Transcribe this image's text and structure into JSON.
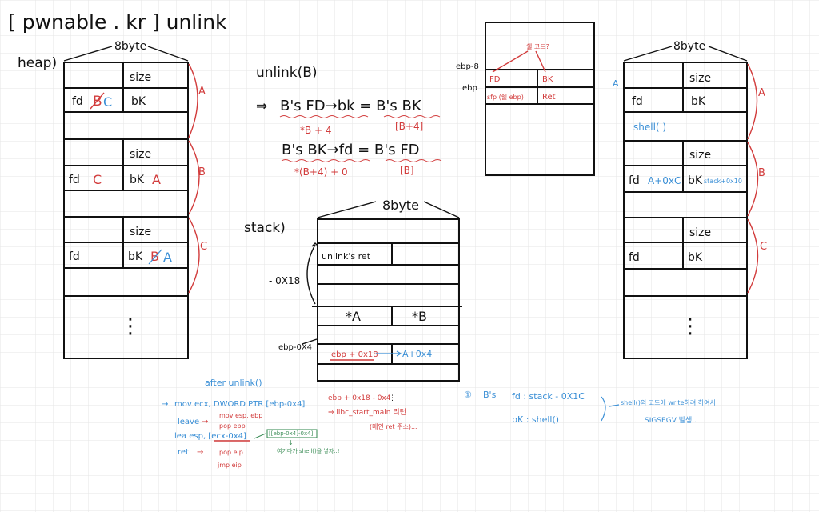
{
  "title": "[ pwnable . kr ] unlink",
  "heap_label": "heap)",
  "stack_label": "stack)",
  "byte_label": "8byte",
  "stack_byte_label": "8byte",
  "colors": {
    "ink": "#111111",
    "red": "#d23c3c",
    "blue": "#3a8fd6",
    "green": "#3f8f5a",
    "grid": "#e6e6e6"
  },
  "heap": {
    "chunk_a": {
      "size": "size",
      "fd": "fd",
      "fd_val_old": "B",
      "fd_val_new": "C",
      "bk": "bK",
      "label": "A"
    },
    "chunk_b": {
      "size": "size",
      "fd": "fd",
      "fd_val": "C",
      "bk": "bK",
      "bk_val": "A",
      "label": "B"
    },
    "chunk_c": {
      "size": "size",
      "fd": "fd",
      "bk": "bK",
      "bk_val_old": "B",
      "bk_val_new": "A",
      "label": "C"
    },
    "dots": "⋮"
  },
  "unlink": {
    "call": "unlink(B)",
    "arrow": "⇒",
    "eq1": "B's FD→bk = B's BK",
    "eq1_note_left": "*B + 4",
    "eq1_note_right": "[B+4]",
    "eq2": "B's BK→fd = B's FD",
    "eq2_note_left": "*(B+4) + 0",
    "eq2_note_right": "[B]"
  },
  "frame": {
    "ebp_minus8": "ebp-8",
    "ebp": "ebp",
    "note": "쉘 코드?",
    "fd": "FD",
    "bk": "BK",
    "sfp": "sfp (쉘 ebp)",
    "ret": "Ret"
  },
  "stack": {
    "unlink_ret": "unlink's ret",
    "minus_0x18": "- 0X18",
    "a_ptr": "*A",
    "b_ptr": "*B",
    "ebp_minus4": "ebp-0X4",
    "ebp_plus": "ebp + 0x18",
    "a_plus": "A+0x4"
  },
  "after": {
    "title": "after unlink()",
    "line1": "mov ecx, DWORD PTR [ebp-0x4]",
    "leave": "leave",
    "leave_ops1": "mov esp, ebp",
    "leave_ops2": "pop ebp",
    "lea": "lea esp, [ecx-0x4]",
    "lea_note1": "[[ebp-0x4]-0x4]",
    "lea_note2": "↓",
    "lea_note3": "여기다가 shell()을 넣자..!",
    "ret": "ret",
    "ret_ops1": "pop eip",
    "ret_ops2": "jmp eip"
  },
  "calc": {
    "line1": "ebp + 0x18 - 0x4",
    "line2": "⇒ libc_start_main 리턴",
    "line3": "(메인 ret 주소)..."
  },
  "plan": {
    "num": "①",
    "bs": "B's",
    "fd": "fd : stack - 0X1C",
    "bk": "bK : shell()",
    "note1": "shell()의 코드에 write하려 하여서",
    "note2": "SIGSEGV 발생.."
  },
  "right_heap": {
    "side_label": "A",
    "byte_label": "8byte",
    "chunk_a": {
      "size": "size",
      "fd": "fd",
      "bk": "bK",
      "shell": "shell( )",
      "label": "A"
    },
    "chunk_b": {
      "size": "size",
      "fd": "fd",
      "fd_val": "A+0xC",
      "bk": "bK",
      "bk_val": "stack+0x10",
      "label": "B"
    },
    "chunk_c": {
      "size": "size",
      "fd": "fd",
      "bk": "bK",
      "label": "C"
    },
    "dots": "⋮"
  }
}
